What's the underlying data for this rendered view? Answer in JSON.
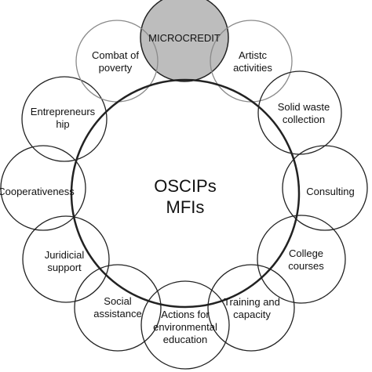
{
  "center": {
    "line1": "OSCIPs",
    "line2": "MFIs"
  },
  "nodes": [
    {
      "id": "microcredit",
      "lines": [
        "MICROCREDIT"
      ],
      "highlighted": true
    },
    {
      "id": "artistic-activities",
      "lines": [
        "Artistc",
        "activities"
      ]
    },
    {
      "id": "solid-waste-collection",
      "lines": [
        "Solid waste",
        "collection"
      ]
    },
    {
      "id": "consulting",
      "lines": [
        "Consulting"
      ]
    },
    {
      "id": "college-courses",
      "lines": [
        "College",
        "courses"
      ]
    },
    {
      "id": "training-and-capacity",
      "lines": [
        "Training and",
        "capacity"
      ]
    },
    {
      "id": "actions-for-environmental-education",
      "lines": [
        "Actions for",
        "environmental",
        "education"
      ]
    },
    {
      "id": "social-assistance",
      "lines": [
        "Social",
        "assistance"
      ]
    },
    {
      "id": "juridicial-support",
      "lines": [
        "Juridicial",
        "support"
      ]
    },
    {
      "id": "cooperativeness",
      "lines": [
        "Cooperativeness"
      ]
    },
    {
      "id": "entrepreneurship",
      "lines": [
        "Entrepreneurs",
        "hip"
      ]
    },
    {
      "id": "combat-of-poverty",
      "lines": [
        "Combat of",
        "poverty"
      ]
    }
  ],
  "colors": {
    "highlight_fill": "#bdbdbd",
    "stroke_dark": "#222222",
    "stroke_light": "#8a8a8a",
    "background": "#ffffff"
  }
}
